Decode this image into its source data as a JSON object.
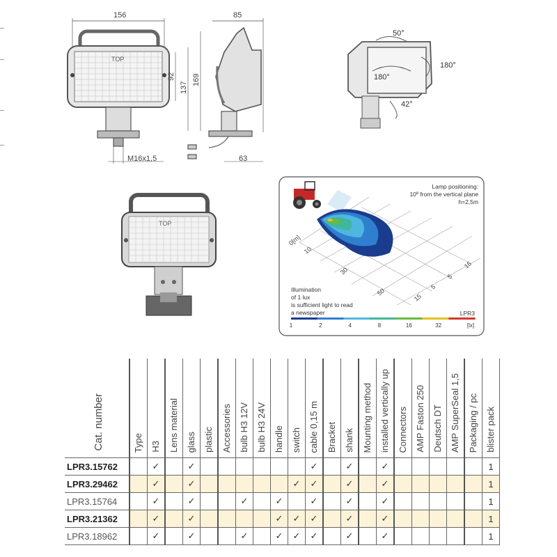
{
  "drawing": {
    "dim_width": "156",
    "dim_depth": "85",
    "dim_92": "92",
    "dim_137": "137",
    "dim_169": "169",
    "dim_63": "63",
    "thread": "M16x1,5",
    "top_label": "TOP",
    "top_label2": "TOP"
  },
  "rotation": {
    "angle_top": "50°",
    "angle_right": "180°",
    "angle_left": "180°",
    "angle_bottom": "42°"
  },
  "illumination": {
    "positioning_line1": "Lamp positioning:",
    "positioning_line2": "10º from the vertical plane",
    "positioning_line3": "h=2,5m",
    "axis_origin": "0[m]",
    "axis_10": "10",
    "axis_30": "30",
    "axis_50": "50",
    "side_15a": "15",
    "side_5a": "5",
    "side_5b": "5",
    "side_15b": "15",
    "note_line1": "Illumination",
    "note_line2": "of 1 lux",
    "note_line3": "is sufficient light to read",
    "note_line4": "a newspaper",
    "model": "LPR3",
    "scale_labels": [
      "1",
      "2",
      "4",
      "8",
      "16",
      "32",
      "[lx]"
    ],
    "scale_colors": [
      "#1a3c8f",
      "#2f7fcf",
      "#4fb6e0",
      "#3fb79a",
      "#66bb44",
      "#e6c01e",
      "#d2372b"
    ]
  },
  "table": {
    "cat_header": "Cat. number",
    "columns": [
      "Type",
      "H3",
      "Lens material",
      "glass",
      "plastic",
      "Accessories",
      "bulb H3 12V",
      "bulb H3 24V",
      "handle",
      "switch",
      "cable 0,15 m",
      "Bracket",
      "shank",
      "Mounting method",
      "installed vertically up",
      "Connectors",
      "AMP Faston 250",
      "Deutsch DT",
      "AMP SuperSeal 1,5",
      "Packaging / pc",
      "blister pack"
    ],
    "check_mark": "✓",
    "rows": [
      {
        "cat": "LPR3.15762",
        "bold": true,
        "highlight": false,
        "checks": [
          1,
          3,
          10,
          12,
          14
        ],
        "pack": "1"
      },
      {
        "cat": "LPR3.29462",
        "bold": true,
        "highlight": true,
        "checks": [
          1,
          3,
          9,
          10,
          12,
          14
        ],
        "pack": "1"
      },
      {
        "cat": "LPR3.15764",
        "bold": false,
        "highlight": false,
        "checks": [
          1,
          3,
          6,
          8,
          10,
          12,
          14
        ],
        "pack": "1"
      },
      {
        "cat": "LPR3.21362",
        "bold": true,
        "highlight": true,
        "checks": [
          1,
          3,
          8,
          9,
          10,
          12,
          14
        ],
        "pack": "1"
      },
      {
        "cat": "LPR3.18962",
        "bold": false,
        "highlight": false,
        "checks": [
          1,
          3,
          6,
          8,
          9,
          10,
          12,
          14
        ],
        "pack": "1"
      }
    ]
  }
}
